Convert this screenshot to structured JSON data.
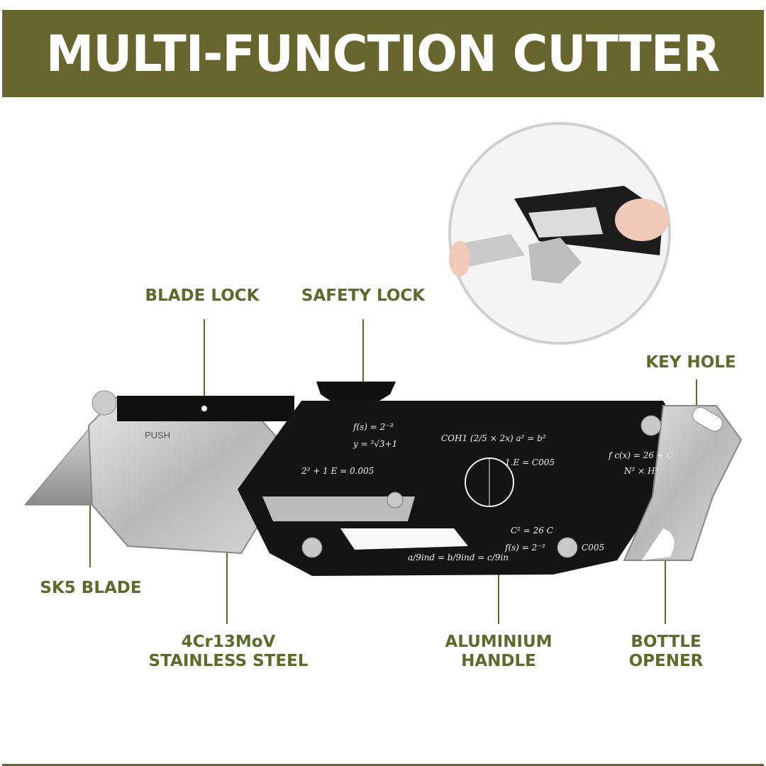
{
  "title": "MULTI-FUNCTION CUTTER",
  "labels": {
    "blade_lock": "BLADE LOCK",
    "safety_lock": "SAFETY LOCK",
    "key_hole": "KEY HOLE",
    "sk5_blade": "SK5 BLADE",
    "steel_line1": "4Cr13MoV",
    "steel_line2": "STAINLESS STEEL",
    "handle_line1": "ALUMINIUM",
    "handle_line2": "HANDLE",
    "opener_line1": "BOTTLE",
    "opener_line2": "OPENER"
  },
  "knife_text": {
    "push": "PUSH",
    "f1": "f(s) = 2⁻³",
    "f2": "y = ²√3+1",
    "f3": "COH1 (2/5 × 2x) a² = b²",
    "f4": "2² + 1 E = 0.005",
    "f5": "1.E = C005",
    "f6": "f c(x) = 26 + C",
    "f7": "N² × H³",
    "f8": "C² = 26 C",
    "f9": "a/9ind = b/9ind = c/9in",
    "f10": "f(s) = 2⁻³",
    "f11": "C005"
  },
  "colors": {
    "brand": "#66662e",
    "label": "#5b6b2b"
  }
}
